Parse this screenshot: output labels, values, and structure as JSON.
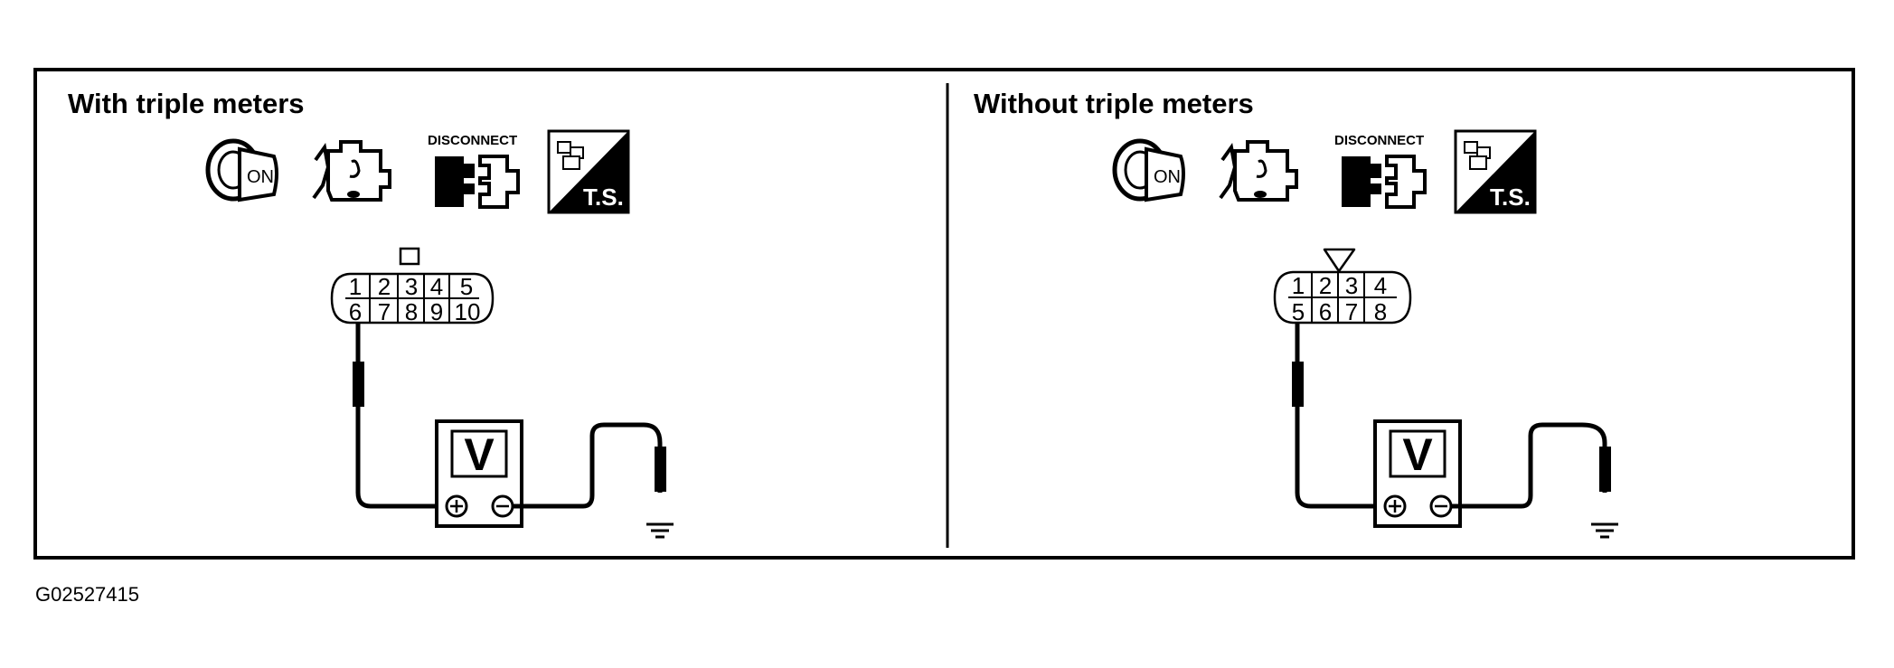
{
  "figure_code": "G02527415",
  "icons": {
    "ignition_label": "ON",
    "disconnect_label": "DISCONNECT",
    "ts_label": "T.S."
  },
  "meter_symbol": "V",
  "panels": [
    {
      "title": "With triple meters",
      "connector_top_row": [
        "1",
        "2",
        "3",
        "4",
        "5"
      ],
      "connector_bottom_row": [
        "6",
        "7",
        "8",
        "9",
        "10"
      ]
    },
    {
      "title": "Without triple meters",
      "connector_top_row": [
        "1",
        "2",
        "3",
        "4"
      ],
      "connector_bottom_row": [
        "5",
        "6",
        "7",
        "8"
      ]
    }
  ]
}
